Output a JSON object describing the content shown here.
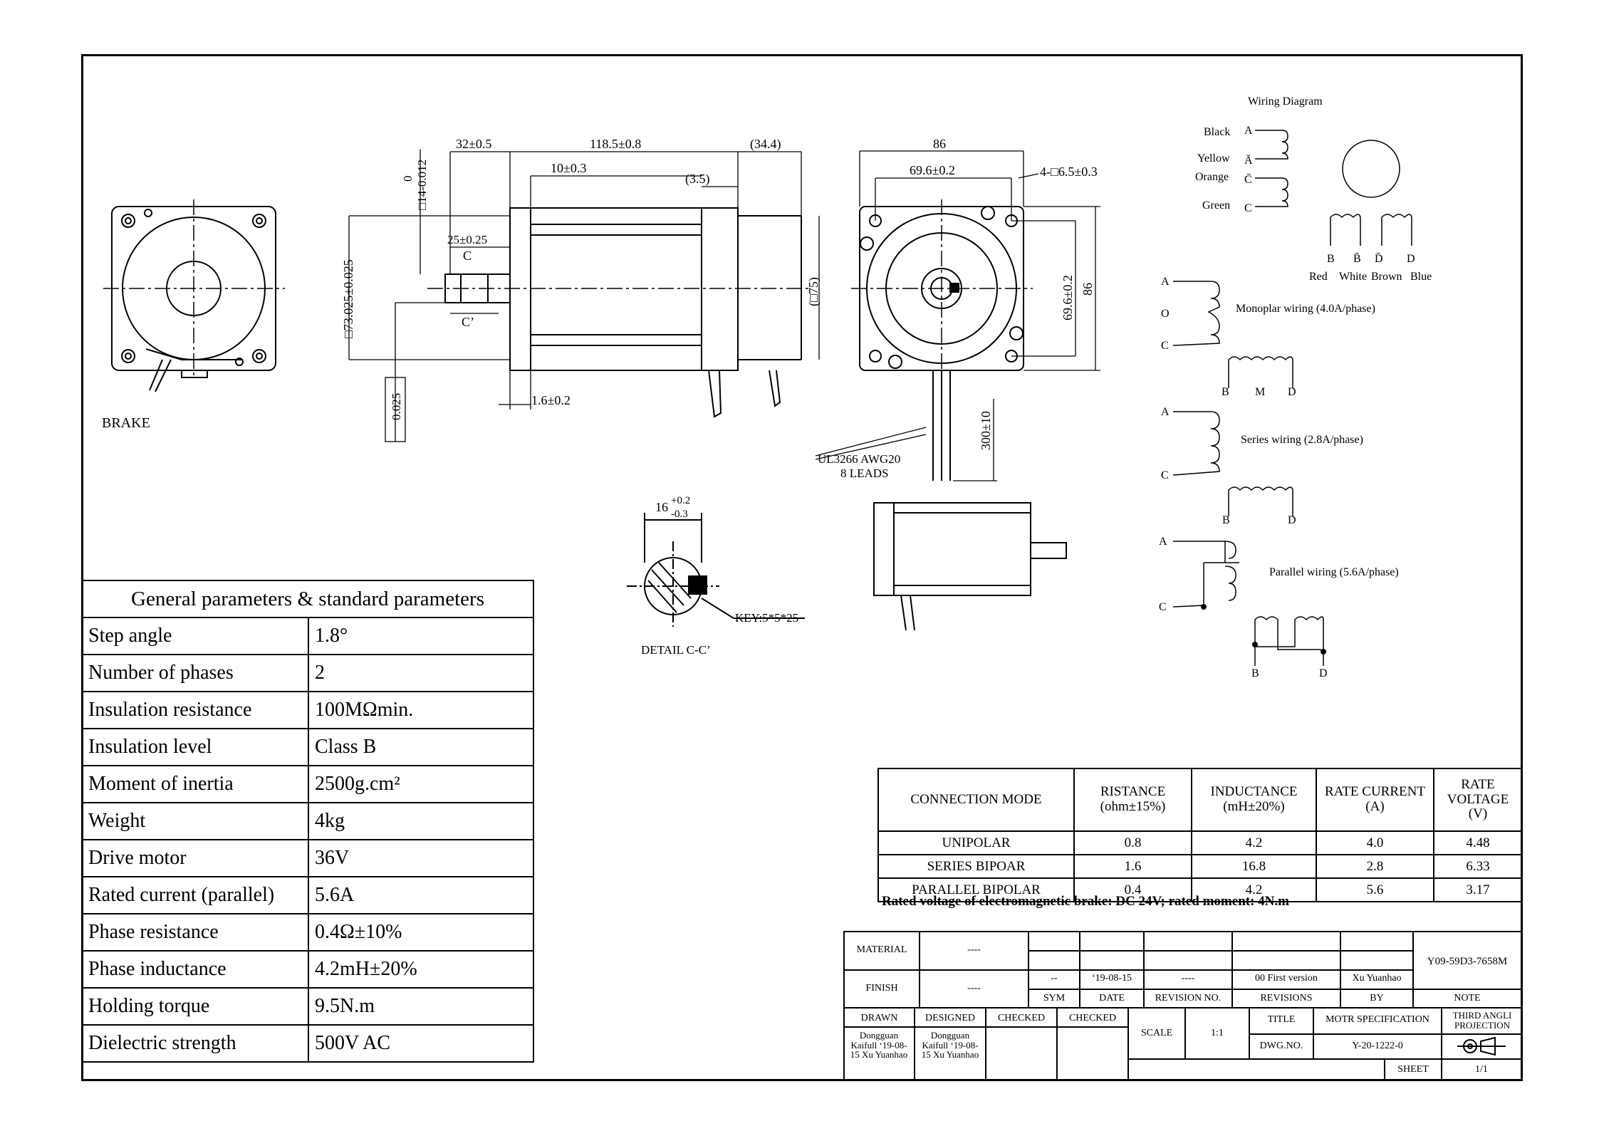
{
  "drawing": {
    "brake_label": "BRAKE",
    "dims": {
      "shaft_tol": "0",
      "shaft_dia": "□14-0.012",
      "d32": "32±0.5",
      "d118": "118.5±0.8",
      "d34": "(34.4)",
      "d10": "10±0.3",
      "d3_5": "(3.5)",
      "d25": "25±0.25",
      "c_top": "C",
      "c_bottom": "C’",
      "d73": "□73.025±0.025",
      "d75": "(□75)",
      "d0025": "0.025",
      "d1_6": "1.6±0.2",
      "d86_top": "86",
      "d69_top": "69.6±0.2",
      "holes": "4-□6.5±0.3",
      "d69_side": "69.6±0.2",
      "d86_side": "86",
      "d300": "300±10",
      "leads_1": "UL3266 AWG20",
      "leads_2": "8 LEADS",
      "d16": "16",
      "d16_tol_up": "+0.2",
      "d16_tol_down": "-0.3",
      "key": "KEY:5*5*25",
      "detail": "DETAIL C-C’"
    }
  },
  "wiring": {
    "title": "Wiring Diagram",
    "colors_left": [
      "Black",
      "Yellow",
      "Orange",
      "Green"
    ],
    "letters_left": [
      "A",
      "Ā",
      "C̄",
      "C"
    ],
    "letters_right": [
      "B",
      "B̄",
      "D̄",
      "D"
    ],
    "colors_right": [
      "Red",
      "White",
      "Brown",
      "Blue"
    ],
    "monopolar": {
      "label": "Monoplar wiring (4.0A/phase)",
      "left": [
        "A",
        "O",
        "C"
      ],
      "bottom": [
        "B",
        "M",
        "D"
      ]
    },
    "series": {
      "label": "Series wiring (2.8A/phase)",
      "left": [
        "A",
        "C"
      ],
      "bottom": [
        "B",
        "D"
      ]
    },
    "parallel": {
      "label": "Parallel wiring (5.6A/phase)",
      "left": [
        "A",
        "C"
      ],
      "bottom": [
        "B",
        "D"
      ]
    }
  },
  "general_params": {
    "title": "General parameters & standard parameters",
    "rows": [
      {
        "k": "Step angle",
        "v": "1.8°"
      },
      {
        "k": "Number of phases",
        "v": "2"
      },
      {
        "k": "Insulation resistance",
        "v": "100MΩmin."
      },
      {
        "k": "Insulation level",
        "v": "Class B"
      },
      {
        "k": "Moment of inertia",
        "v": "2500g.cm²"
      },
      {
        "k": "Weight",
        "v": "4kg"
      },
      {
        "k": "Drive motor",
        "v": "36V"
      },
      {
        "k": "Rated current (parallel)",
        "v": "5.6A"
      },
      {
        "k": "Phase resistance",
        "v": "0.4Ω±10%"
      },
      {
        "k": "Phase inductance",
        "v": "4.2mH±20%"
      },
      {
        "k": "Holding torque",
        "v": "9.5N.m"
      },
      {
        "k": "Dielectric strength",
        "v": "500V AC"
      }
    ]
  },
  "electrical": {
    "headers": [
      "CONNECTION MODE",
      "RISTANCE (ohm±15%)",
      "INDUCTANCE (mH±20%)",
      "RATE CURRENT (A)",
      "RATE VOLTAGE (V)"
    ],
    "rows": [
      [
        "UNIPOLAR",
        "0.8",
        "4.2",
        "4.0",
        "4.48"
      ],
      [
        "SERIES BIPOAR",
        "1.6",
        "16.8",
        "2.8",
        "6.33"
      ],
      [
        "PARALLEL BIPOLAR",
        "0.4",
        "4.2",
        "5.6",
        "3.17"
      ]
    ],
    "note": "Rated voltage of electromagnetic brake: DC 24V; rated moment: 4N.m"
  },
  "title_block": {
    "material_label": "MATERIAL",
    "material_val": "----",
    "finish_label": "FINISH",
    "finish_val": "----",
    "code": "Y09-59D3-7658M",
    "rev_sym": "--",
    "rev_date": "‘19-08-15",
    "rev_no": "----",
    "revisions": "00 First version",
    "rev_by": "Xu Yuanhao",
    "col_sym": "SYM",
    "col_date": "DATE",
    "col_revno": "REVISION NO.",
    "col_revisions": "REVISIONS",
    "col_by": "BY",
    "col_note": "NOTE",
    "drawn": "DRAWN",
    "designed": "DESIGNED",
    "checked1": "CHECKED",
    "checked2": "CHECKED",
    "drawn_val": "Dongguan Kaifull ‘19-08-15 Xu Yuanhao",
    "designed_val": "Dongguan Kaifull ‘19-08-15 Xu Yuanhao",
    "scale_label": "SCALE",
    "scale_val": "1:1",
    "title_label": "TITLE",
    "title_val": "MOTR SPECIFICATION",
    "proj": "THIRD ANGLI PROJECTION",
    "dwg_label": "DWG.NO.",
    "dwg_val": "Y-20-1222-0",
    "sheet_label": "SHEET",
    "sheet_val": "1/1"
  }
}
